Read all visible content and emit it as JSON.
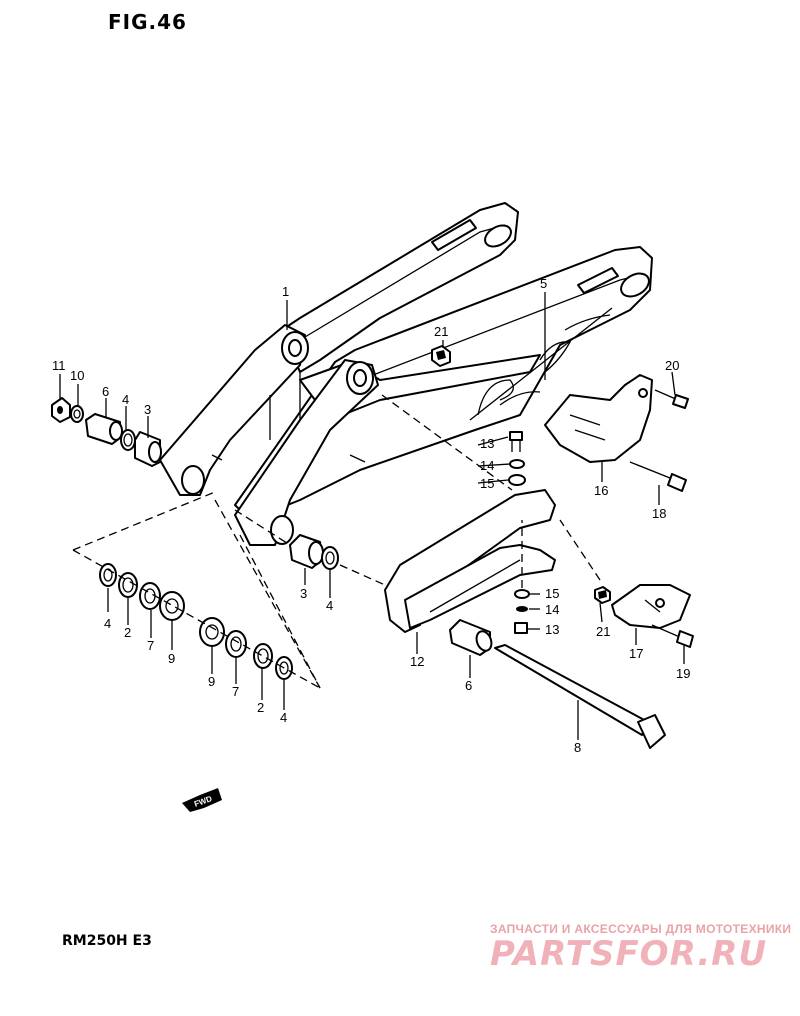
{
  "figure": {
    "title": "FIG.46",
    "model": "RM250H E3",
    "fwd_label": "FWD"
  },
  "watermark": {
    "caption": "ЗАПЧАСТИ И АКСЕССУАРЫ ДЛЯ МОТОТЕХНИКИ",
    "logo": "PARTSFOR.RU"
  },
  "callouts": [
    {
      "id": "c1",
      "label": "1"
    },
    {
      "id": "c5",
      "label": "5"
    },
    {
      "id": "c21a",
      "label": "21"
    },
    {
      "id": "c20",
      "label": "20"
    },
    {
      "id": "c11",
      "label": "11"
    },
    {
      "id": "c10",
      "label": "10"
    },
    {
      "id": "c6a",
      "label": "6"
    },
    {
      "id": "c4a",
      "label": "4"
    },
    {
      "id": "c3a",
      "label": "3"
    },
    {
      "id": "c13a",
      "label": "13"
    },
    {
      "id": "c14a",
      "label": "14"
    },
    {
      "id": "c15a",
      "label": "15"
    },
    {
      "id": "c16",
      "label": "16"
    },
    {
      "id": "c18",
      "label": "18"
    },
    {
      "id": "c3b",
      "label": "3"
    },
    {
      "id": "c4b",
      "label": "4"
    },
    {
      "id": "c4c",
      "label": "4"
    },
    {
      "id": "c2a",
      "label": "2"
    },
    {
      "id": "c7a",
      "label": "7"
    },
    {
      "id": "c9a",
      "label": "9"
    },
    {
      "id": "c9b",
      "label": "9"
    },
    {
      "id": "c7b",
      "label": "7"
    },
    {
      "id": "c2b",
      "label": "2"
    },
    {
      "id": "c4d",
      "label": "4"
    },
    {
      "id": "c15b",
      "label": "15"
    },
    {
      "id": "c14b",
      "label": "14"
    },
    {
      "id": "c13b",
      "label": "13"
    },
    {
      "id": "c21b",
      "label": "21"
    },
    {
      "id": "c17",
      "label": "17"
    },
    {
      "id": "c19",
      "label": "19"
    },
    {
      "id": "c12",
      "label": "12"
    },
    {
      "id": "c6b",
      "label": "6"
    },
    {
      "id": "c8",
      "label": "8"
    }
  ]
}
